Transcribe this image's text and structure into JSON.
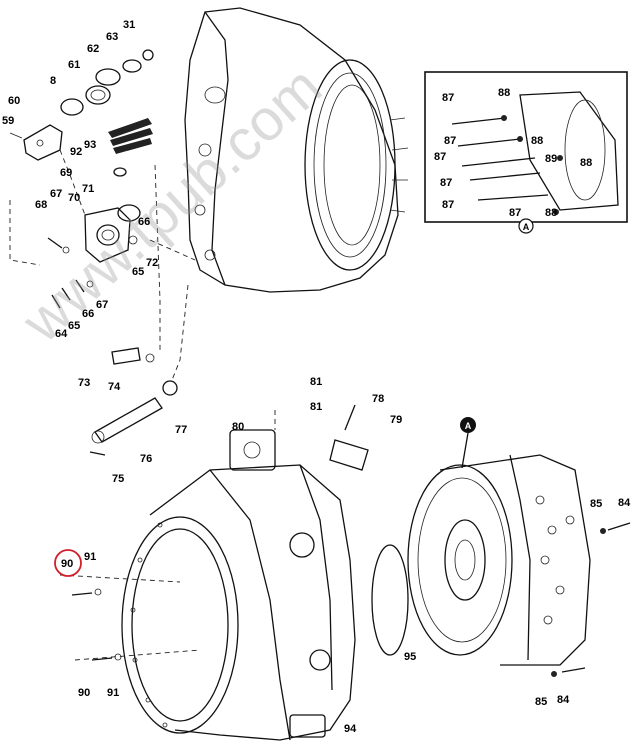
{
  "watermark": "www.tpub.com",
  "detail_marker": "A",
  "highlight_color": "#d0202a",
  "callouts": {
    "c31": "31",
    "c63": "63",
    "c62": "62",
    "c8": "8",
    "c61": "61",
    "c60": "60",
    "c59": "59",
    "c93": "93",
    "c92": "92",
    "c69": "69",
    "c71": "71",
    "c67a": "67",
    "c70": "70",
    "c68": "68",
    "c66a": "66",
    "c72": "72",
    "c65a": "65",
    "c66b": "66",
    "c67b": "67",
    "c64": "64",
    "c65b": "65",
    "c73": "73",
    "c74": "74",
    "c77": "77",
    "c75": "75",
    "c76": "76",
    "c81a": "81",
    "c81b": "81",
    "c80": "80",
    "c78": "78",
    "c79": "79",
    "d87a": "87",
    "d88a": "88",
    "d87b": "87",
    "d88b": "88",
    "d87c": "87",
    "d89": "89",
    "d88c": "88",
    "d87d": "87",
    "d87e": "87",
    "d88d": "88",
    "c85a": "85",
    "c84a": "84",
    "c90a": "90",
    "c91a": "91",
    "c95": "95",
    "c90b": "90",
    "c91b": "91",
    "c94": "94",
    "c85b": "85",
    "c84b": "84"
  }
}
